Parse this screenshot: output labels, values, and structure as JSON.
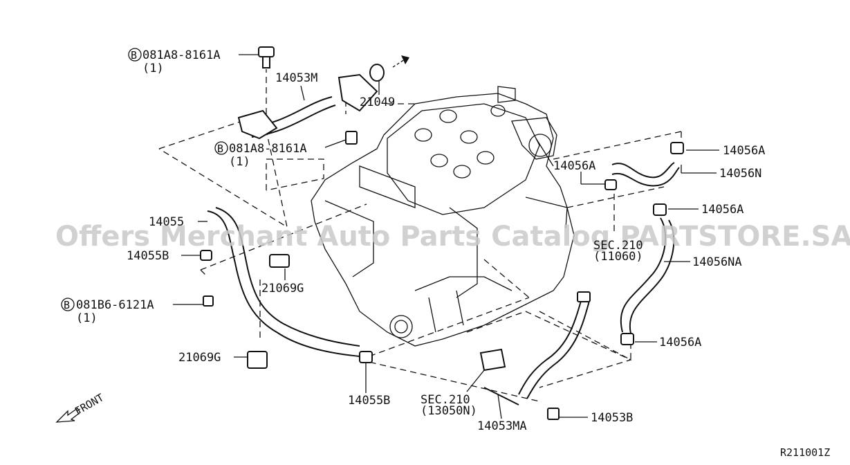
{
  "watermark": "Offers Merchant Auto Parts Catalog PARTSTORE.SA",
  "diagram_code": "R211001Z",
  "front_label": "FRONT",
  "labels": {
    "bolt_top": "081A8-8161A",
    "bolt_top_qty": "(1)",
    "bolt_mid": "081A8-8161A",
    "bolt_mid_qty": "(1)",
    "bolt_low": "081B6-6121A",
    "bolt_low_qty": "(1)",
    "p14053m": "14053M",
    "p21049": "21049",
    "p14056a_1": "14056A",
    "p14056n": "14056N",
    "p14056a_left": "14056A",
    "p14056a_2": "14056A",
    "sec210_a": "SEC.210",
    "sec210_a_ref": "(11060)",
    "p14056na": "14056NA",
    "p14056a_3": "14056A",
    "p14055": "14055",
    "p14055b_1": "14055B",
    "p21069g_1": "21069G",
    "p21069g_2": "21069G",
    "p14055b_2": "14055B",
    "sec210_b": "SEC.210",
    "sec210_b_ref": "(13050N)",
    "p14053ma": "14053MA",
    "p14053b": "14053B"
  }
}
